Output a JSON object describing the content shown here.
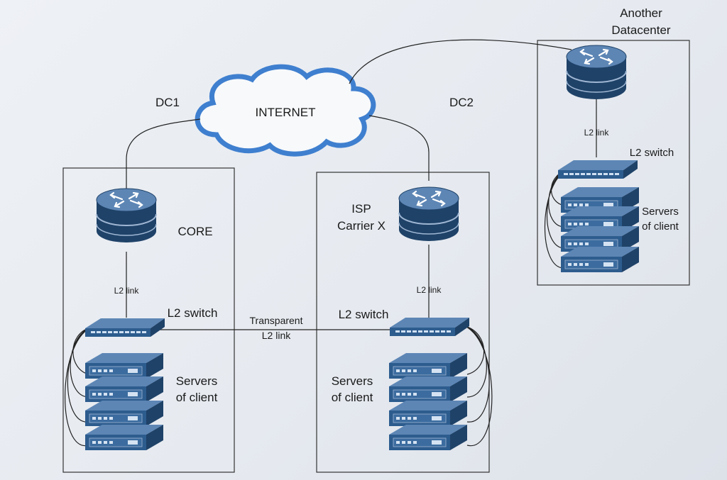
{
  "diagram": {
    "labels": {
      "internet": "INTERNET",
      "dc1": "DC1",
      "dc2": "DC2",
      "another_dc_line1": "Another",
      "another_dc_line2": "Datacenter",
      "core": "CORE",
      "isp_line1": "ISP",
      "isp_line2": "Carrier X",
      "l2_link": "L2 link",
      "l2_switch": "L2 switch",
      "transparent_line1": "Transparent",
      "transparent_line2": "L2 link",
      "servers_line1": "Servers",
      "servers_line2": "of client"
    },
    "colors": {
      "device_dark": "#1f4268",
      "device_mid": "#2d5c8e",
      "device_light": "#5d86b5",
      "cloud_stroke": "#3f7fcf",
      "cloud_fill": "#f7f9fb",
      "box_stroke": "#333333",
      "line": "#222222"
    }
  }
}
